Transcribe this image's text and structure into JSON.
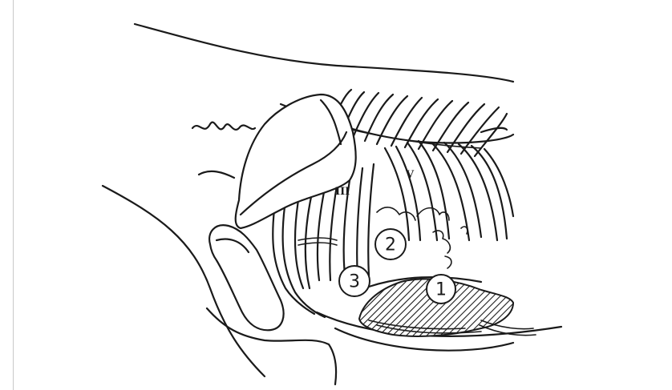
{
  "diagram": {
    "rib_labels": [
      "III",
      "V"
    ],
    "site_markers": [
      "1",
      "2",
      "3"
    ]
  }
}
